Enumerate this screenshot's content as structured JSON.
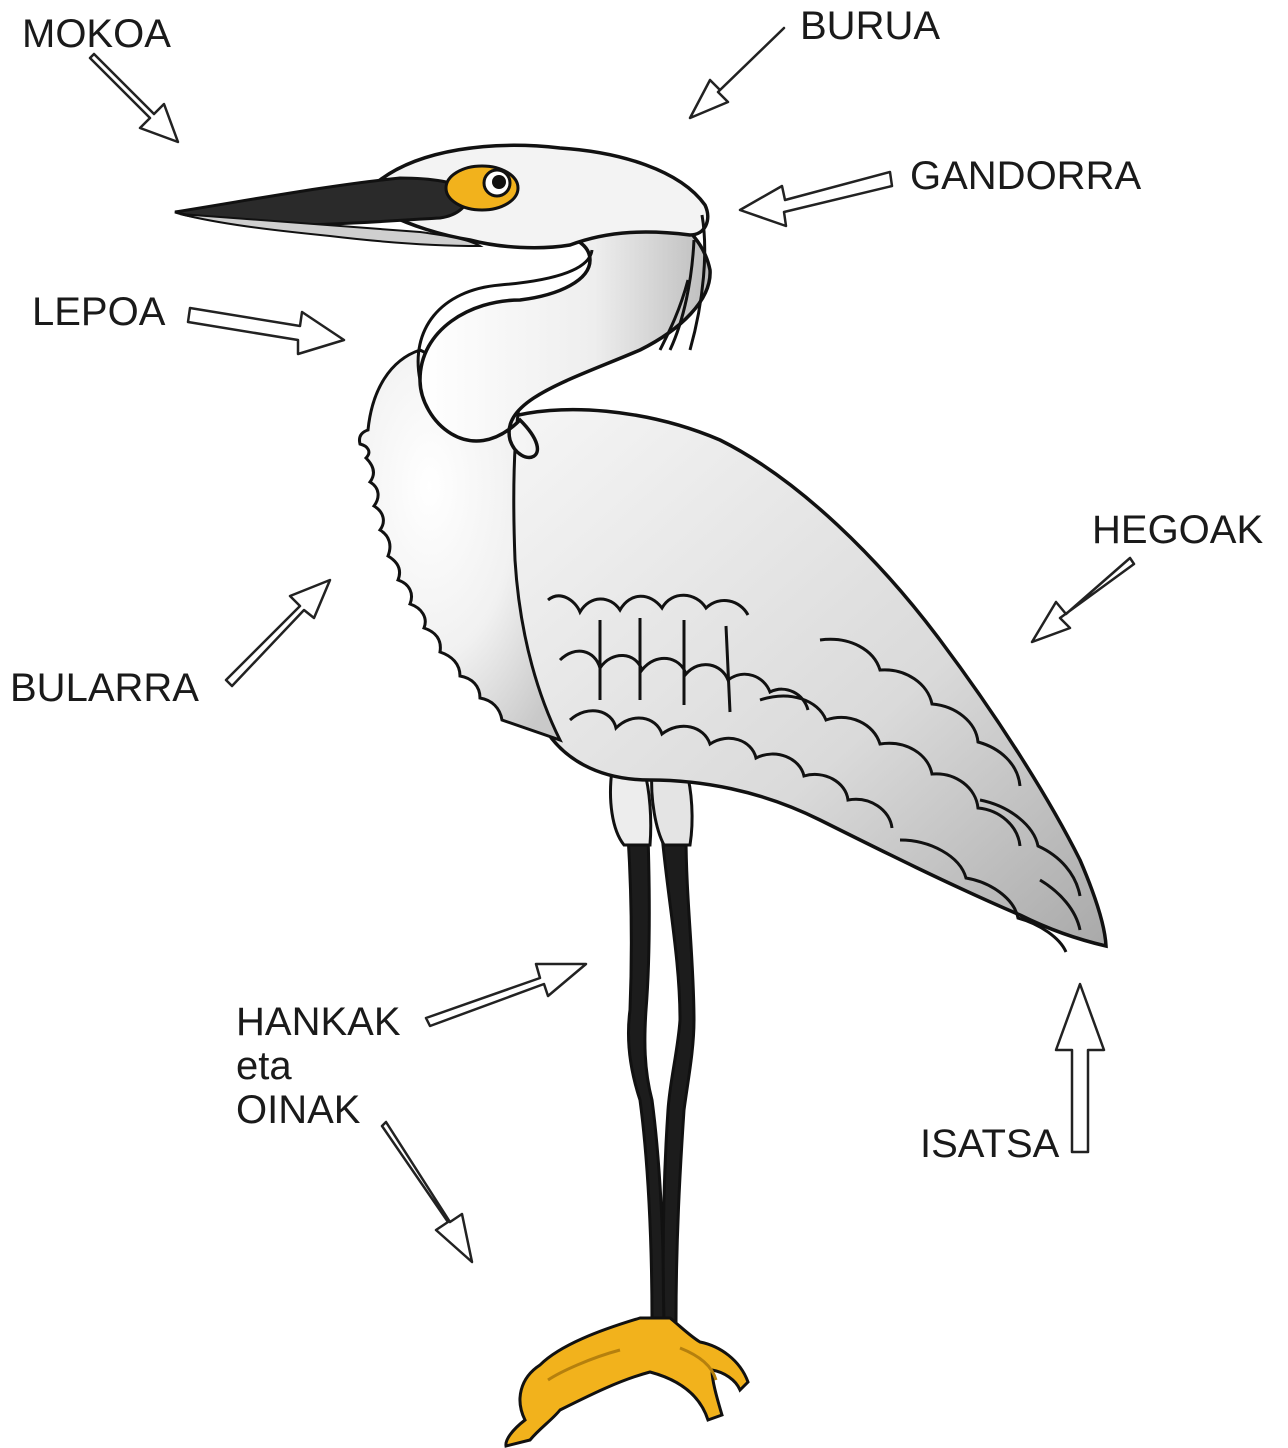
{
  "labels": {
    "mokoa": "MOKOA",
    "burua": "BURUA",
    "gandorra": "GANDORRA",
    "lepoa": "LEPOA",
    "hegoak": "HEGOAK",
    "bularra": "BULARRA",
    "hankak_line1": "HANKAK",
    "hankak_line2": "eta",
    "hankak_line3": "OINAK",
    "isatsa": "ISATSA"
  },
  "colors": {
    "body": "#e6e6e6",
    "outline": "#111111",
    "beak": "#2a2a2a",
    "eye_ring": "#f2b21c",
    "legs": "#1c1c1c",
    "feet": "#f2b21c"
  }
}
